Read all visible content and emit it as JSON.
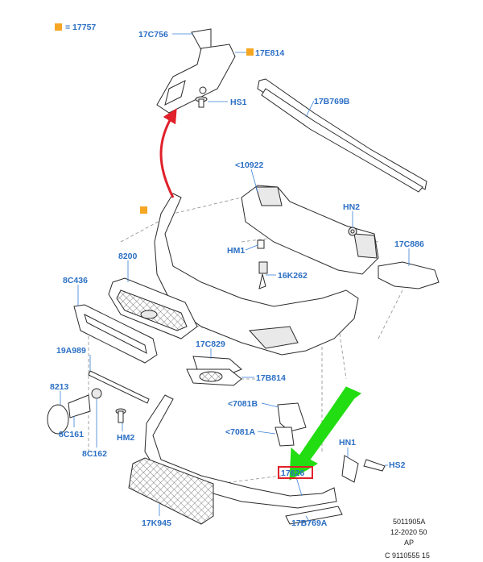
{
  "legend": {
    "marker_color": "#f5a623",
    "text": "= 17757"
  },
  "labels": [
    {
      "id": "17c756",
      "text": "17C756"
    },
    {
      "id": "17e814",
      "text": "17E814"
    },
    {
      "id": "hs1",
      "text": "HS1"
    },
    {
      "id": "17b769b",
      "text": "17B769B"
    },
    {
      "id": "10922",
      "text": "<10922"
    },
    {
      "id": "hn2",
      "text": "HN2"
    },
    {
      "id": "17c886",
      "text": "17C886"
    },
    {
      "id": "hm1",
      "text": "HM1"
    },
    {
      "id": "16k262",
      "text": "16K262"
    },
    {
      "id": "8200",
      "text": "8200"
    },
    {
      "id": "8c436",
      "text": "8C436"
    },
    {
      "id": "17c829",
      "text": "17C829"
    },
    {
      "id": "17b814",
      "text": "17B814"
    },
    {
      "id": "19a989",
      "text": "19A989"
    },
    {
      "id": "8213",
      "text": "8213"
    },
    {
      "id": "8c161",
      "text": "8C161"
    },
    {
      "id": "8c162",
      "text": "8C162"
    },
    {
      "id": "hm2",
      "text": "HM2"
    },
    {
      "id": "7081b",
      "text": "<7081B"
    },
    {
      "id": "7081a",
      "text": "<7081A"
    },
    {
      "id": "17626",
      "text": "17626"
    },
    {
      "id": "hn1",
      "text": "HN1"
    },
    {
      "id": "hs2",
      "text": "HS2"
    },
    {
      "id": "17k945",
      "text": "17K945"
    },
    {
      "id": "17b769a",
      "text": "17B769A"
    }
  ],
  "ref_block": {
    "line1": "5011905A",
    "line2": "12-2020 50",
    "line3": "AP",
    "line4": "C 9110555 15"
  },
  "colors": {
    "label": "#2b6fc4",
    "highlight_box": "#e0202a",
    "red_arrow": "#e0202a",
    "green_arrow": "#22dd11",
    "marker": "#f5a623"
  }
}
